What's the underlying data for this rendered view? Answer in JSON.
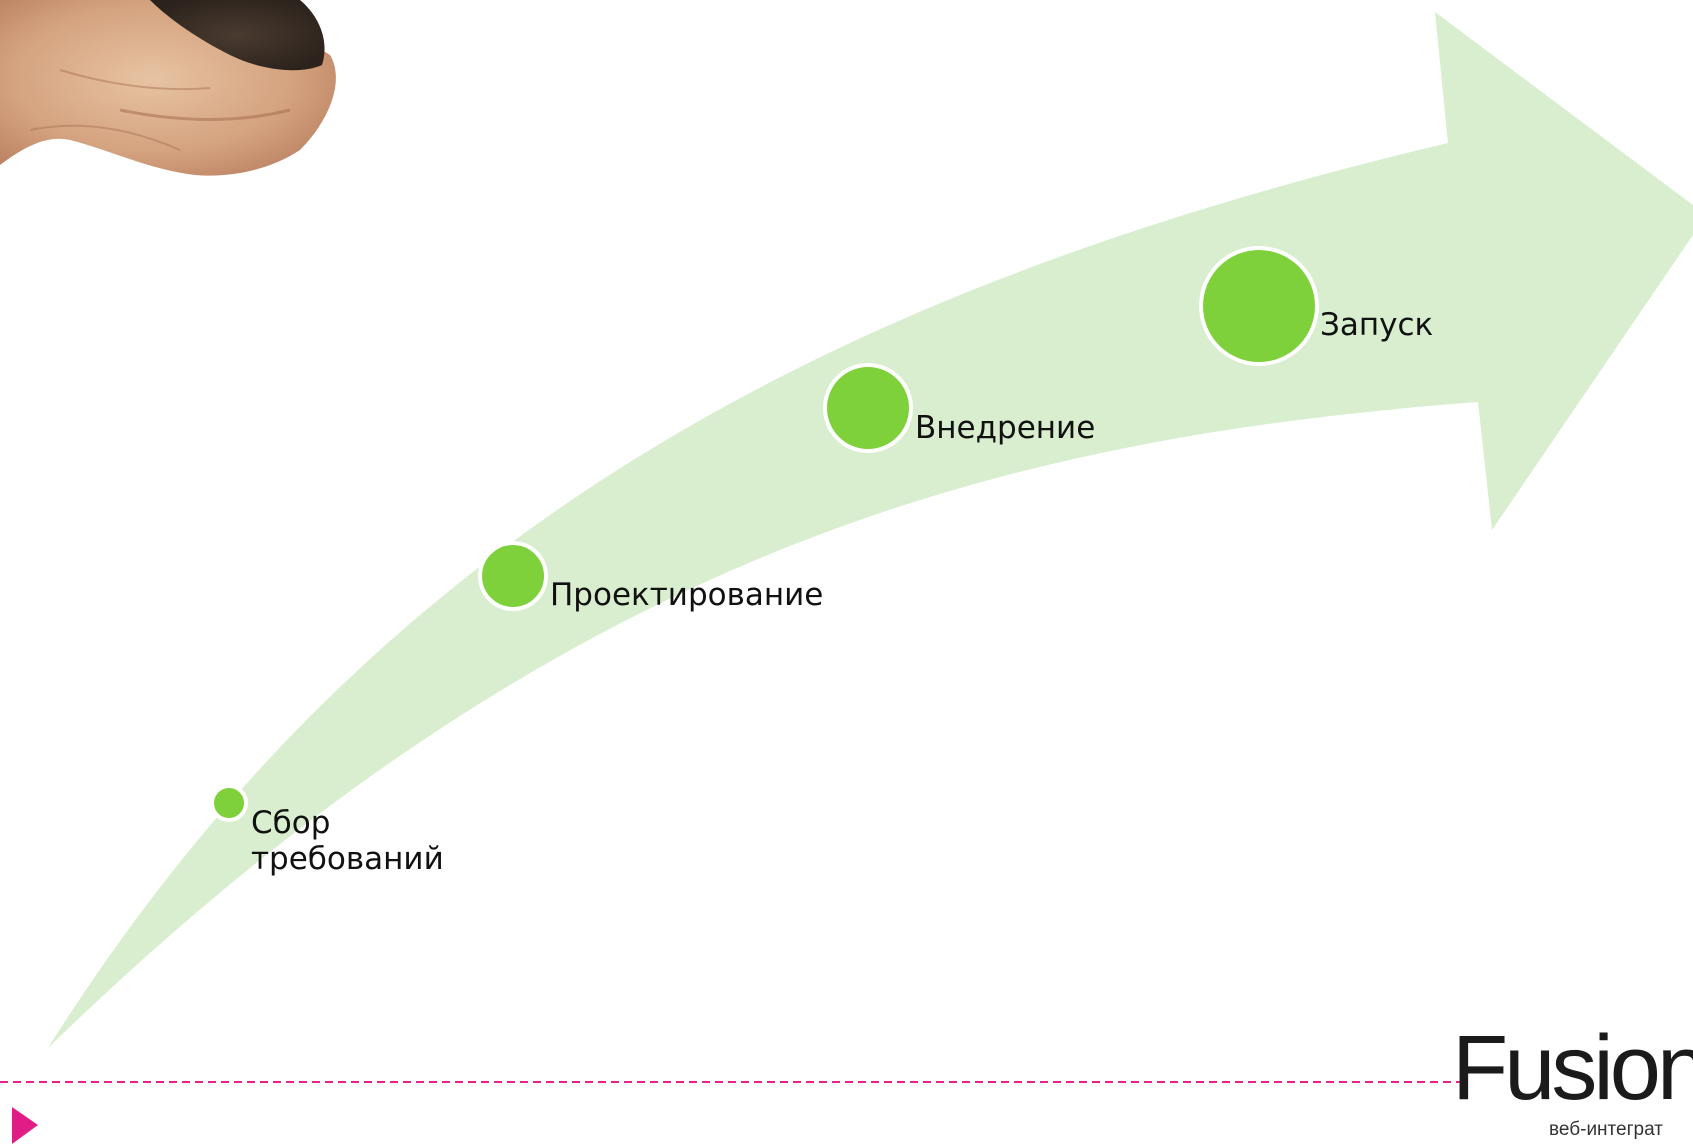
{
  "steps": [
    {
      "label_lines": [
        "Сбор",
        "требований"
      ]
    },
    {
      "label_lines": [
        "Проектирование"
      ]
    },
    {
      "label_lines": [
        "Внедрение"
      ]
    },
    {
      "label_lines": [
        "Запуск"
      ]
    }
  ],
  "logo": {
    "name": "Fusion",
    "visible_word": "Fusion",
    "tagline_visible": "веб-интеграт"
  },
  "colors": {
    "arrow_fill": "#d8eecf",
    "step_circle": "#7fd13b",
    "dashed_line": "#e8228a",
    "triangle_marker": "#e21c86",
    "text": "#111111"
  },
  "icons": {
    "photo": "hands-holding-soil-photo",
    "marker": "triangle-right-icon"
  }
}
